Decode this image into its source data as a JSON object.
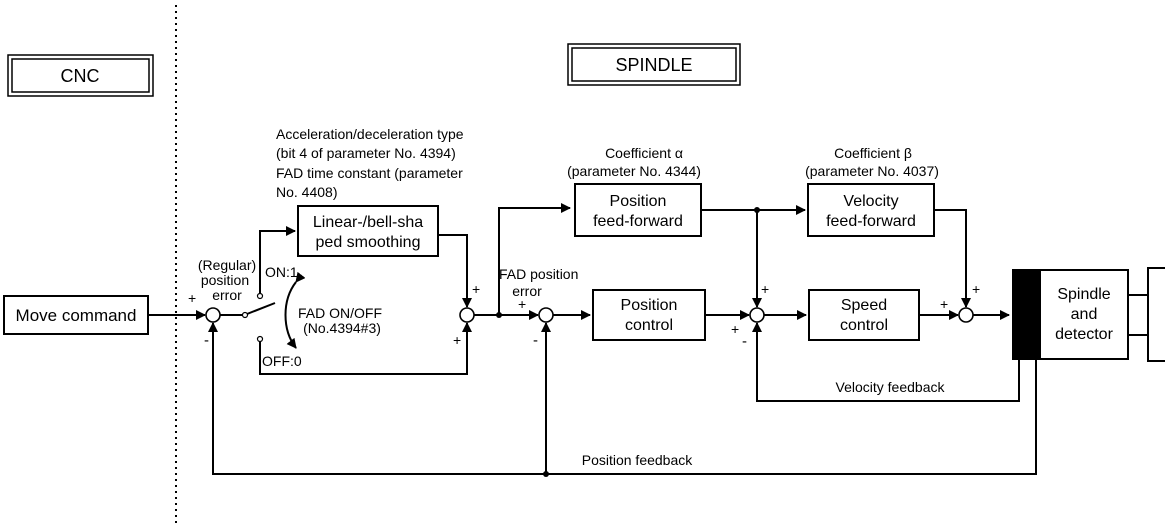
{
  "cnc_label": "CNC",
  "spindle_label": "SPINDLE",
  "move_command": "Move command",
  "regular_error": [
    "(Regular)",
    "position",
    "error"
  ],
  "on_label": "ON:1",
  "off_label": "OFF:0",
  "fad_switch": [
    "FAD ON/OFF",
    "(No.4394#3)"
  ],
  "accel_notes": [
    "Acceleration/deceleration    type",
    "(bit 4 of parameter No. 4394)",
    "FAD time constant (parameter",
    "No. 4408)"
  ],
  "smoothing_block": [
    "Linear-/bell-sha",
    "ped smoothing"
  ],
  "coef_alpha": [
    "Coefficient α",
    "(parameter No. 4344)"
  ],
  "coef_beta": [
    "Coefficient β",
    "(parameter No. 4037)"
  ],
  "pos_ff_block": [
    "Position",
    "feed-forward"
  ],
  "vel_ff_block": [
    "Velocity",
    "feed-forward"
  ],
  "fad_error": [
    "FAD position",
    "error"
  ],
  "pos_control_block": [
    "Position",
    "control"
  ],
  "speed_control_block": [
    "Speed",
    "control"
  ],
  "spindle_block": [
    "Spindle",
    "and",
    "detector"
  ],
  "velocity_feedback": "Velocity feedback",
  "position_feedback": "Position feedback",
  "plus": "+",
  "minus": "-"
}
